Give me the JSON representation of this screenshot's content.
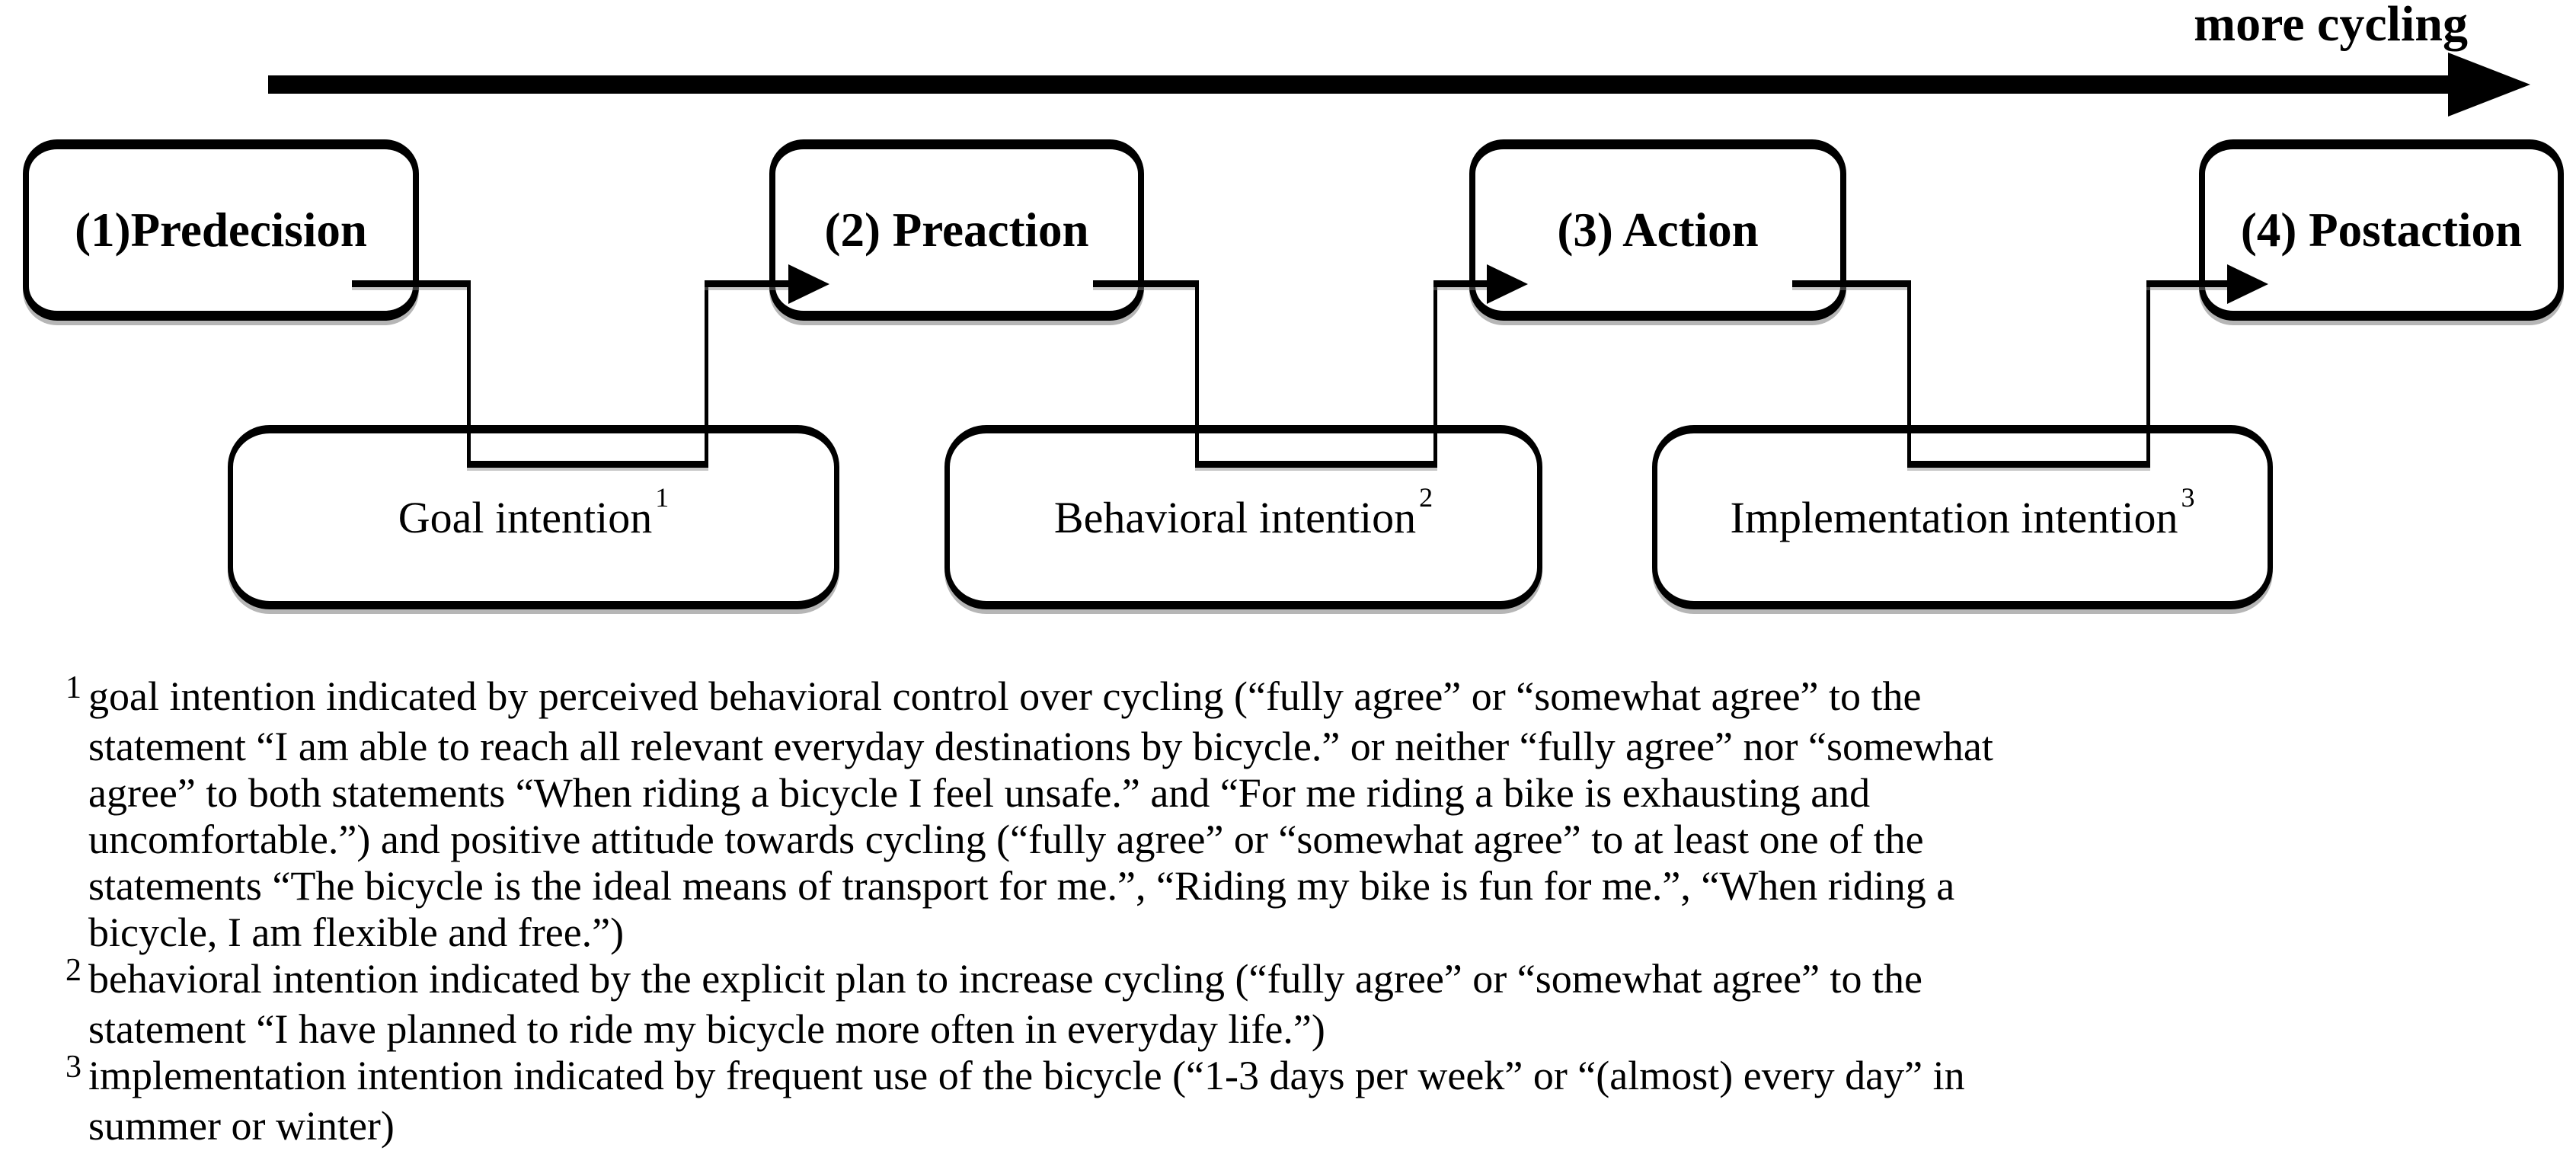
{
  "figure": {
    "timeline": {
      "label": "more cycling"
    },
    "stages": [
      {
        "label": "(1)Predecision"
      },
      {
        "label": "(2) Preaction"
      },
      {
        "label": "(3) Action"
      },
      {
        "label": "(4) Postaction"
      }
    ],
    "intentions": [
      {
        "label": "Goal intention",
        "superscript": "1"
      },
      {
        "label": "Behavioral intention",
        "superscript": "2"
      },
      {
        "label": "Implementation intention",
        "superscript": "3"
      }
    ],
    "footnotes": [
      {
        "marker": "1",
        "lines": [
          "goal intention indicated by perceived behavioral control over cycling (“fully agree” or “somewhat agree” to the",
          "statement “I am able to reach all relevant everyday destinations by bicycle.” or neither “fully agree” nor “somewhat",
          "agree” to both statements “When riding a bicycle I feel unsafe.” and “For me riding a bike is exhausting and",
          "uncomfortable.”) and positive attitude towards cycling (“fully agree” or “somewhat agree” to at least one of the",
          "statements “The bicycle is the ideal means of transport for me.”, “Riding my bike is fun for me.”, “When riding a",
          "bicycle, I am flexible and free.”)"
        ]
      },
      {
        "marker": "2",
        "lines": [
          "behavioral intention indicated by the explicit plan to increase cycling (“fully agree” or “somewhat agree” to the",
          "statement “I have planned to ride my bicycle more often in everyday life.”)"
        ]
      },
      {
        "marker": "3",
        "lines": [
          "implementation intention indicated by frequent use of the bicycle (“1-3 days per week” or “(almost) every day” in",
          "summer or winter)"
        ]
      }
    ]
  },
  "colors": {
    "ink": "#000000",
    "background": "#ffffff",
    "shadow_gray": "#6e6e6e"
  }
}
